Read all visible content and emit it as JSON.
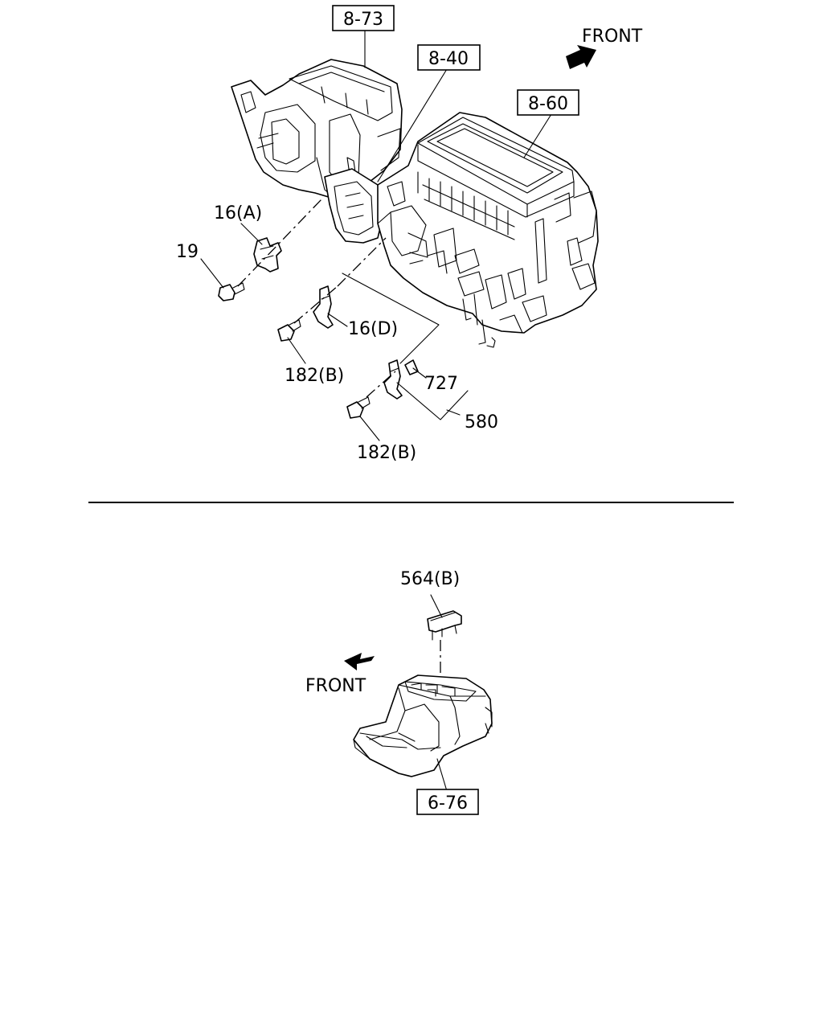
{
  "refs": {
    "r873": "8-73",
    "r840": "8-40",
    "r860": "8-60",
    "r676": "6-76"
  },
  "parts": {
    "p16a": "16(A)",
    "p19": "19",
    "p16d": "16(D)",
    "p182b_1": "182(B)",
    "p727": "727",
    "p580": "580",
    "p182b_2": "182(B)",
    "p564b": "564(B)"
  },
  "front_labels": {
    "top": "FRONT",
    "bottom": "FRONT"
  }
}
